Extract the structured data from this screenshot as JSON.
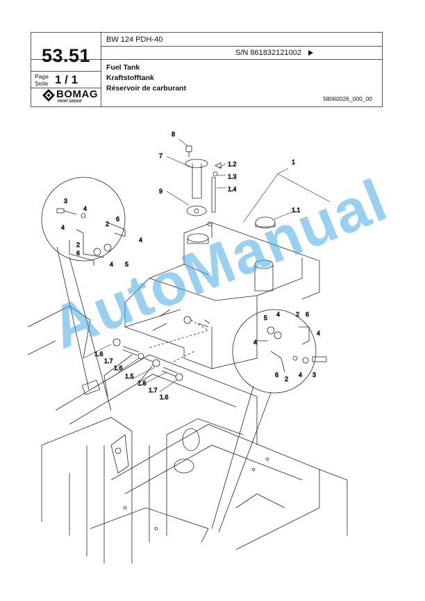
{
  "header": {
    "model": "BW 124 PDH-40",
    "serial": "S/N 861832121002",
    "section_number": "53.51",
    "page_label_de": "Page",
    "page_label_fr": "Seite",
    "page_value": "1 / 1",
    "title_en": "Fuel Tank",
    "title_de": "Kraftstofftank",
    "title_fr": "Réservoir de carburant",
    "document_number": "58060026_000_00"
  },
  "logo": {
    "brand": "BOMAG",
    "group": "FAYAT GROUP"
  },
  "watermark": "AutoManual",
  "callouts": {
    "c1": "1",
    "c1_1": "1.1",
    "c1_2": "1.2",
    "c1_3": "1.3",
    "c1_4": "1.4",
    "c1_5": "1.5",
    "c1_6": "1.6",
    "c1_7": "1.7",
    "c2": "2",
    "c3": "3",
    "c4": "4",
    "c5": "5",
    "c6": "6",
    "c7": "7",
    "c8": "8",
    "c9": "9"
  },
  "colors": {
    "watermark": "#46aae1",
    "line": "#222222"
  }
}
